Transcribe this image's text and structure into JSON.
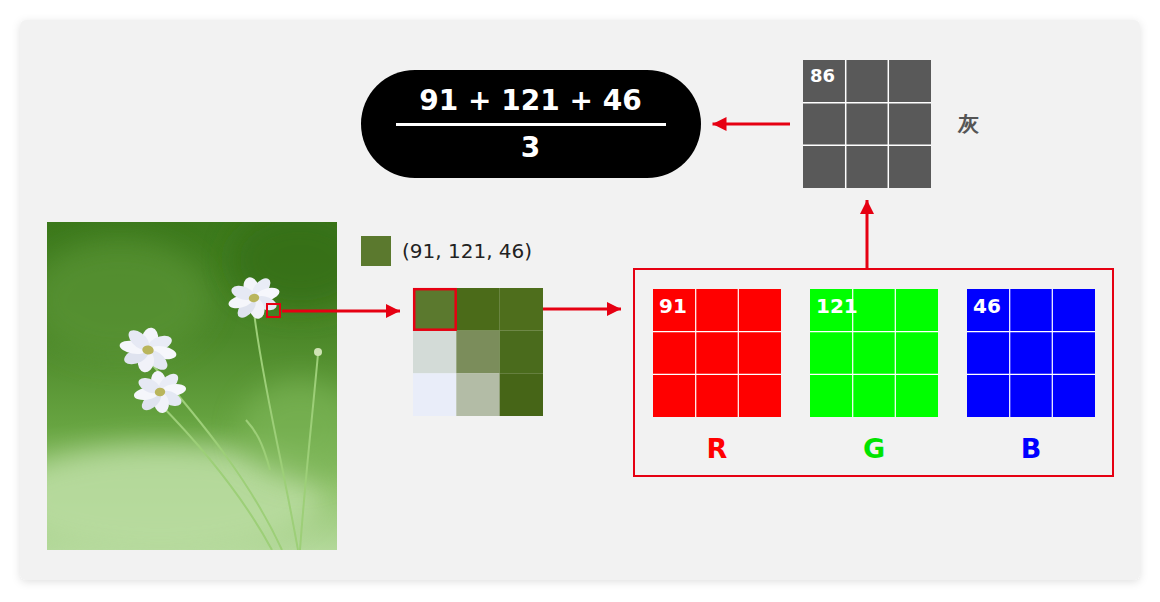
{
  "diagram": {
    "nodes": [
      {
        "text": [
          "91 + 121 + 46",
          "3"
        ]
      },
      {
        "text": [
          "86",
          "灰"
        ]
      },
      {
        "text": [
          "(91, 121, 46)"
        ]
      },
      {
        "text": []
      },
      {
        "text": [
          "91",
          "R"
        ],
        "in": 3
      },
      {
        "text": [
          "121",
          "G"
        ],
        "in": 3
      },
      {
        "text": [
          "46",
          "B"
        ],
        "in": 3
      }
    ],
    "edges": [
      {
        "from": 2,
        "to": 3,
        "arrow": "to"
      },
      {
        "from": 3,
        "to": 1,
        "arrow": "to"
      },
      {
        "from": 1,
        "to": 0,
        "arrow": "to"
      }
    ]
  }
}
